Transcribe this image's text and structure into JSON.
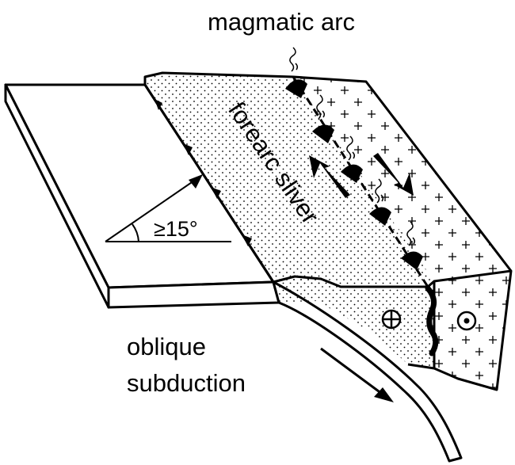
{
  "labels": {
    "magmatic_arc": "magmatic arc",
    "forearc_sliver": "forearc sliver",
    "oblique_subduction_line1": "oblique",
    "oblique_subduction_line2": "subduction",
    "angle": "≥15°"
  },
  "symbols": {
    "into_page": "circle-plus-icon",
    "out_of_page": "circle-dot-icon",
    "volcano": "volcano-squiggle-icon",
    "thrust_tooth": "thrust-triangle-icon"
  },
  "colors": {
    "ink": "#000000",
    "background": "#ffffff"
  }
}
